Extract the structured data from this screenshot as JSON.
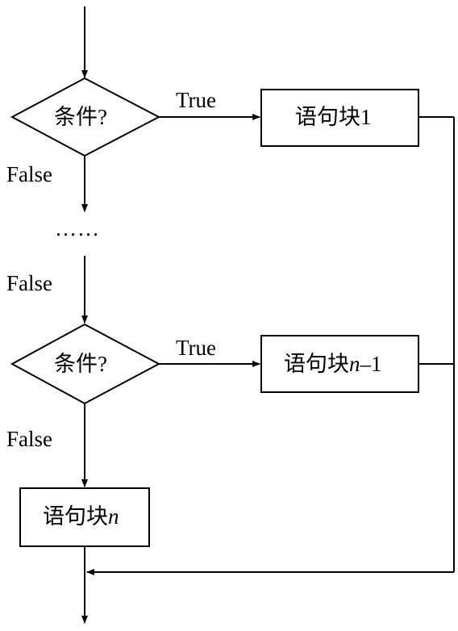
{
  "diagram": {
    "decision1": {
      "text": "条件?"
    },
    "decision2": {
      "text": "条件?"
    },
    "block1": {
      "text": "语句块1"
    },
    "block_n_minus_1": {
      "prefix": "语句块",
      "var": "n",
      "suffix": "–1"
    },
    "block_n": {
      "prefix": "语句块",
      "var": "n"
    },
    "edges": {
      "true1": "True",
      "true2": "True",
      "false1": "False",
      "false2": "False",
      "false3": "False"
    },
    "ellipsis": "……"
  }
}
